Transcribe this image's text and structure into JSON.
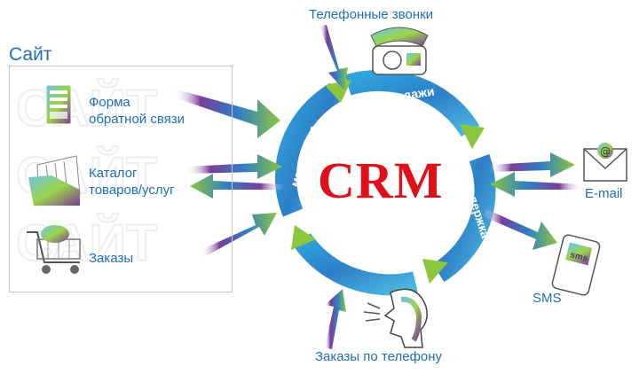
{
  "site": {
    "title": "Сайт",
    "watermark": "САЙТ",
    "items": [
      {
        "label": "Форма\nобратной связи",
        "icon": "form-document-icon"
      },
      {
        "label": "Каталог\nтоваров/услуг",
        "icon": "catalog-folder-icon"
      },
      {
        "label": "Заказы",
        "icon": "shopping-cart-icon"
      }
    ]
  },
  "center": {
    "label": "CRM"
  },
  "cycle": [
    "продажи",
    "поддержка",
    "менеджмент",
    "маркетинг"
  ],
  "channels": {
    "phone_calls": {
      "label": "Телефонные звонки",
      "icon": "telephone-icon"
    },
    "phone_orders": {
      "label": "Заказы по телефону",
      "icon": "speaking-head-icon"
    },
    "email": {
      "label": "E-mail",
      "icon": "envelope-icon"
    },
    "sms": {
      "label": "SMS",
      "icon": "mobile-phone-icon"
    }
  },
  "colors": {
    "label_blue": "#1f6fb8",
    "crm_red": "#e0101b"
  }
}
